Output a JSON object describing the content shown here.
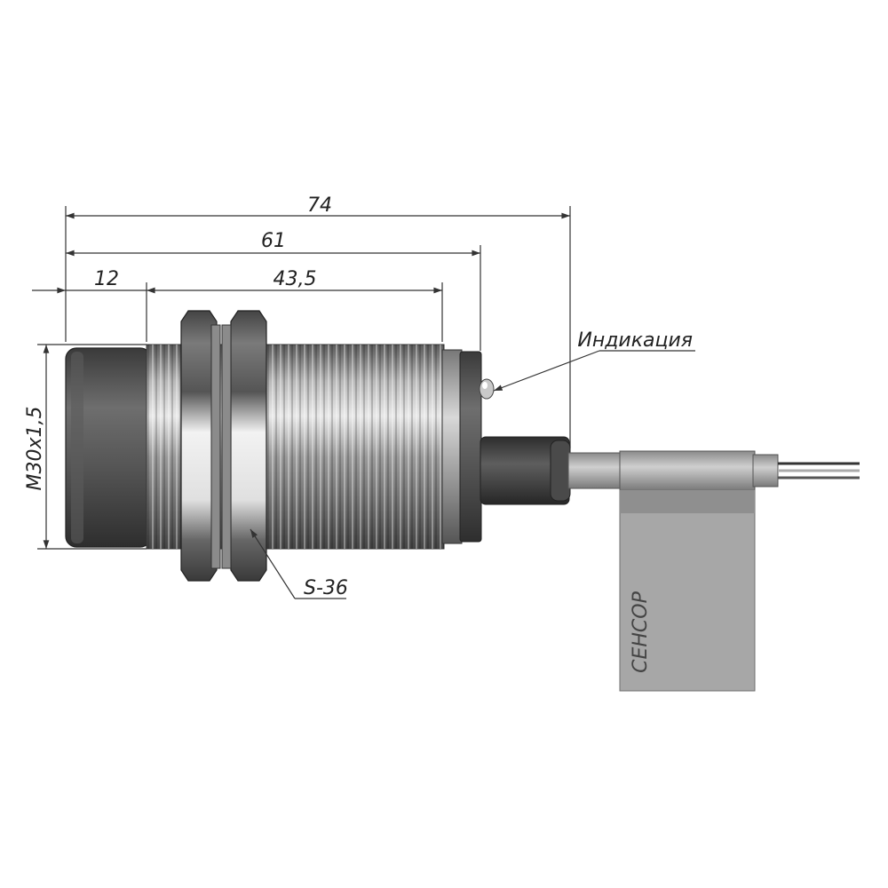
{
  "dimensions": {
    "overall_length": "74",
    "length_to_indicator": "61",
    "face_length": "12",
    "thread_length": "43,5",
    "thread": "M30x1,5"
  },
  "callouts": {
    "indicator": "Индикация",
    "wrench_size": "S-36"
  },
  "tag": {
    "label": "СЕНСОР"
  }
}
